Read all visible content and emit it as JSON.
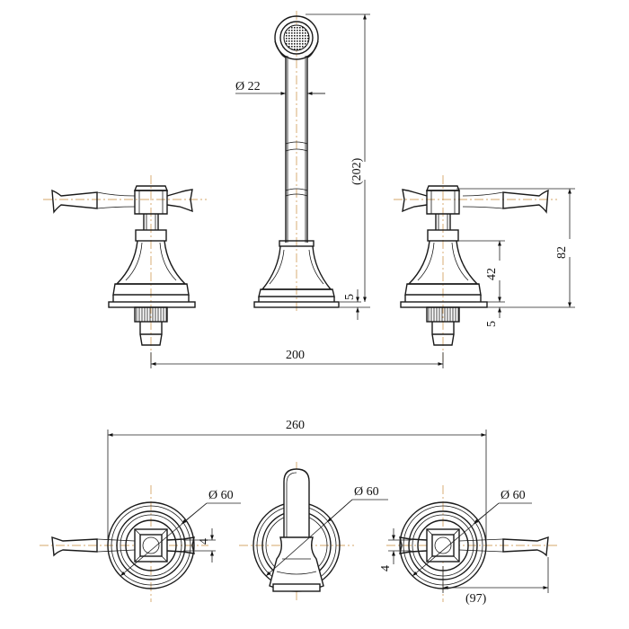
{
  "dimensions": {
    "spout_diameter": "Ø 22",
    "spout_height": "(202)",
    "base_thickness_spout": "5",
    "handle_height": "82",
    "handle_body_height": "42",
    "base_thickness_handle": "5",
    "centre_distance": "200",
    "overall_width": "260",
    "left_rosette_diameter": "Ø 60",
    "middle_rosette_diameter": "Ø 60",
    "right_rosette_diameter": "Ø 60",
    "left_lever_offset": "4",
    "right_lever_offset": "4",
    "lever_reach": "(97)"
  }
}
